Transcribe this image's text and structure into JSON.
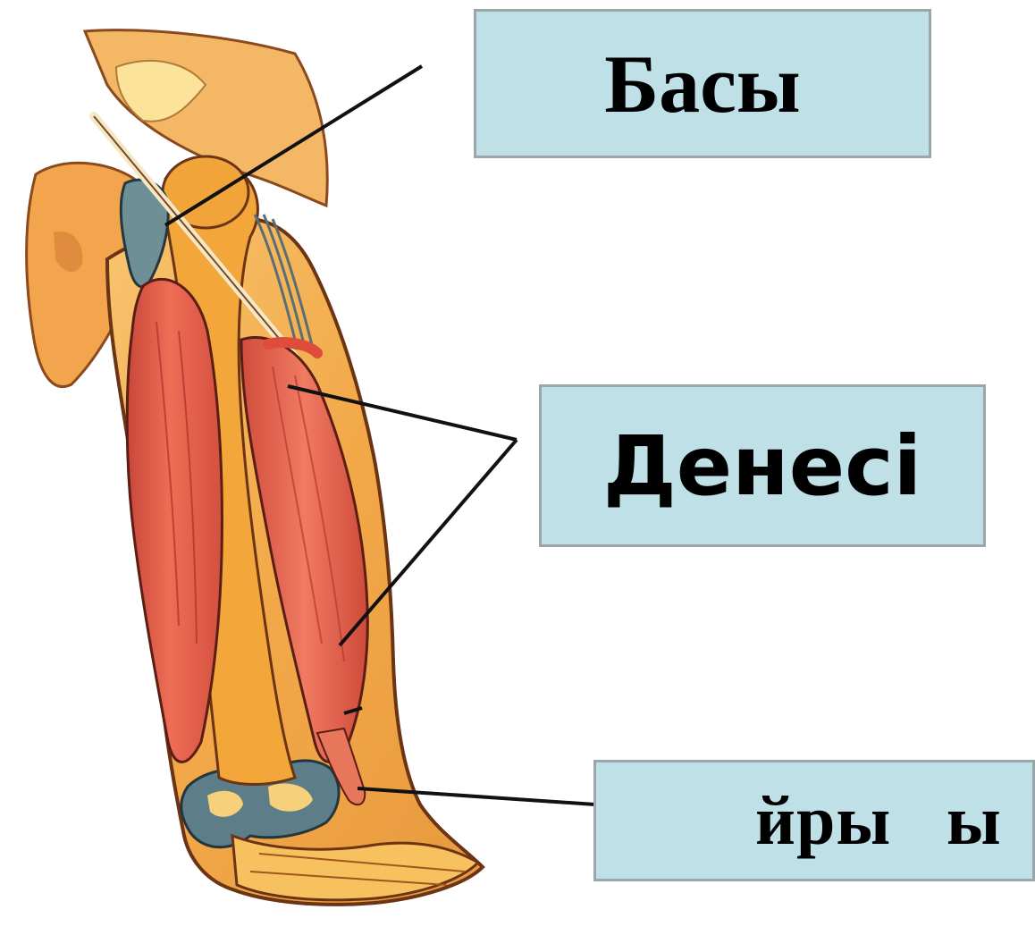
{
  "labels": {
    "head": "Басы",
    "body": "Денесі",
    "tail": " йрыы"
  },
  "illustration": {
    "subject": "muscle-arm-illustration"
  },
  "colors": {
    "label_fill": "#bfe0e6",
    "label_border": "#9aa6aa",
    "muscle_red": "#e2604a",
    "tendon_orange": "#f3b04a",
    "skin_peach": "#f6c16a",
    "bone_gray": "#5c7a86",
    "pointer_line": "#111111"
  }
}
